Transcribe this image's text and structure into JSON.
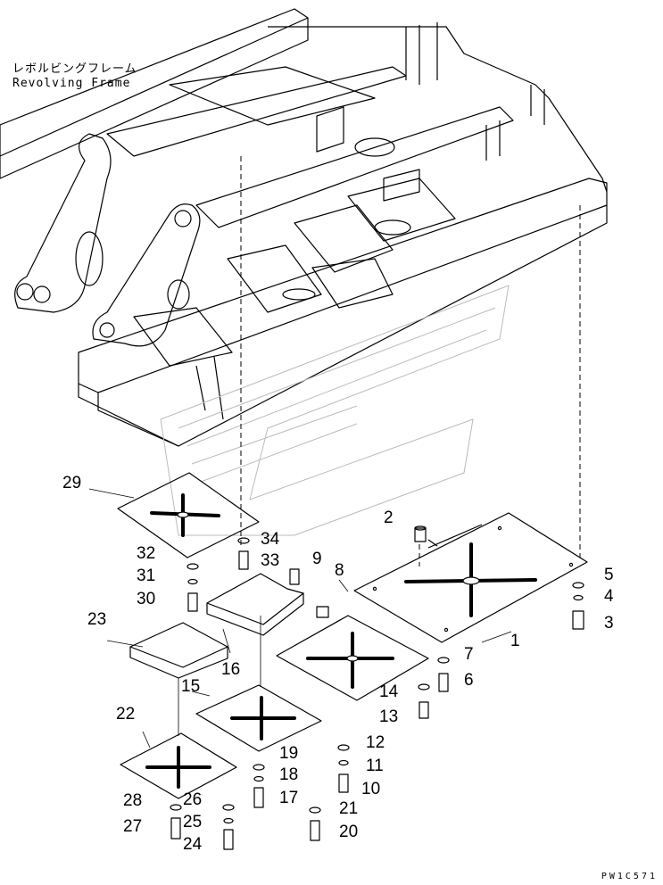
{
  "frame_label_jp": "レボルビングフレーム",
  "frame_label_en": "Revolving Frame",
  "drawing_code": "PW1C571",
  "callouts": [
    "1",
    "2",
    "3",
    "4",
    "5",
    "6",
    "7",
    "8",
    "9",
    "10",
    "11",
    "12",
    "13",
    "14",
    "15",
    "16",
    "17",
    "18",
    "19",
    "20",
    "21",
    "22",
    "23",
    "24",
    "25",
    "26",
    "27",
    "28",
    "29",
    "30",
    "31",
    "32",
    "33",
    "34"
  ]
}
